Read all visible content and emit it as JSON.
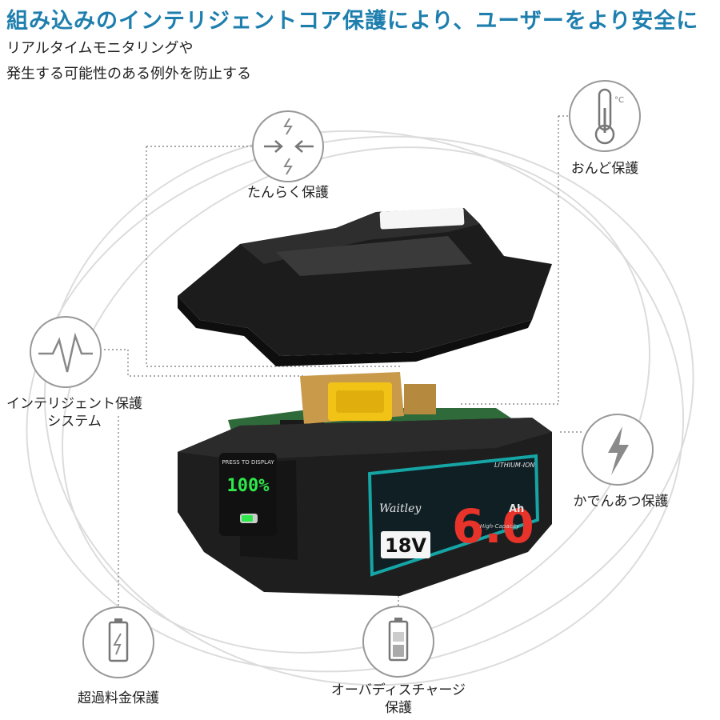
{
  "headline": {
    "text": "組み込みのインテリジェントコア保護により、ユーザーをより安全に",
    "color": "#1e7fae"
  },
  "subtitle": {
    "line1": "リアルタイムモニタリングや",
    "line2": "発生する可能性のある例外を防止する"
  },
  "features": {
    "short_circuit": {
      "label": "たんらく保護",
      "icon": "short-circuit-arrows-icon"
    },
    "temperature": {
      "label": "おんど保護",
      "icon": "thermometer-icon",
      "unit": "°C"
    },
    "intelligent": {
      "line1": "インテリジェント保護",
      "line2": "システム",
      "icon": "pulse-wave-icon"
    },
    "overheat": {
      "label": "かでんあつ保護",
      "icon": "lightning-icon"
    },
    "over_discharge": {
      "label": "超過料金保護",
      "icon": "battery-low-icon"
    },
    "overcharge": {
      "line1": "オーバディスチャージ",
      "line2": "保護",
      "icon": "battery-charge-icon"
    }
  },
  "battery": {
    "brand": "Waitley",
    "voltage": "18V",
    "capacity_value": "6.0",
    "capacity_unit": "Ah",
    "capacity_note": "High-Capacity",
    "chemistry": "LITHIUM-ION",
    "display_prompt": "PRESS TO DISPLAY",
    "display_value": "100%",
    "accent_color": "#16a5a5",
    "capacity_color": "#e8332a",
    "display_color": "#2ee84c"
  }
}
